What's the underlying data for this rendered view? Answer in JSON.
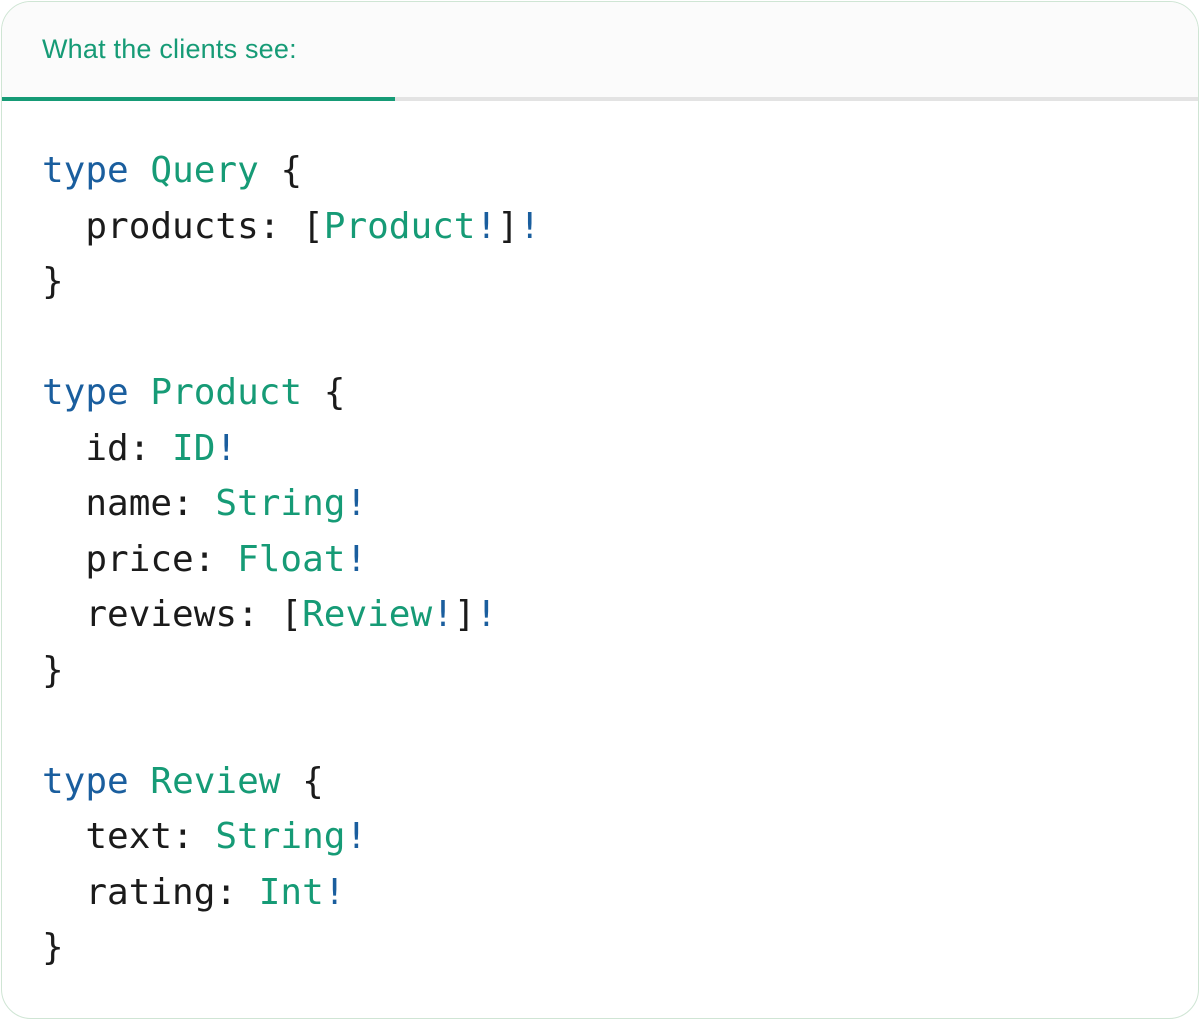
{
  "panel": {
    "tab_label": "What the clients see:"
  },
  "colors": {
    "accent_teal": "#169b76",
    "keyword_blue": "#1a5e9e",
    "code_text": "#1b1b1b",
    "divider_gray": "#e3e3e3",
    "border_green": "#cfe5d4",
    "tabbar_bg": "#fbfbfb"
  },
  "code": {
    "lines": [
      {
        "tokens": [
          {
            "t": "type",
            "c": "kw"
          },
          {
            "t": " ",
            "c": "pl"
          },
          {
            "t": "Query",
            "c": "ty"
          },
          {
            "t": " {",
            "c": "pl"
          }
        ]
      },
      {
        "tokens": [
          {
            "t": "  products: [",
            "c": "pl"
          },
          {
            "t": "Product",
            "c": "ty"
          },
          {
            "t": "!",
            "c": "bang"
          },
          {
            "t": "]",
            "c": "pl"
          },
          {
            "t": "!",
            "c": "bang"
          }
        ]
      },
      {
        "tokens": [
          {
            "t": "}",
            "c": "pl"
          }
        ]
      },
      {
        "tokens": []
      },
      {
        "tokens": [
          {
            "t": "type",
            "c": "kw"
          },
          {
            "t": " ",
            "c": "pl"
          },
          {
            "t": "Product",
            "c": "ty"
          },
          {
            "t": " {",
            "c": "pl"
          }
        ]
      },
      {
        "tokens": [
          {
            "t": "  id: ",
            "c": "pl"
          },
          {
            "t": "ID",
            "c": "ty"
          },
          {
            "t": "!",
            "c": "bang"
          }
        ]
      },
      {
        "tokens": [
          {
            "t": "  name: ",
            "c": "pl"
          },
          {
            "t": "String",
            "c": "ty"
          },
          {
            "t": "!",
            "c": "bang"
          }
        ]
      },
      {
        "tokens": [
          {
            "t": "  price: ",
            "c": "pl"
          },
          {
            "t": "Float",
            "c": "ty"
          },
          {
            "t": "!",
            "c": "bang"
          }
        ]
      },
      {
        "tokens": [
          {
            "t": "  reviews: [",
            "c": "pl"
          },
          {
            "t": "Review",
            "c": "ty"
          },
          {
            "t": "!",
            "c": "bang"
          },
          {
            "t": "]",
            "c": "pl"
          },
          {
            "t": "!",
            "c": "bang"
          }
        ]
      },
      {
        "tokens": [
          {
            "t": "}",
            "c": "pl"
          }
        ]
      },
      {
        "tokens": []
      },
      {
        "tokens": [
          {
            "t": "type",
            "c": "kw"
          },
          {
            "t": " ",
            "c": "pl"
          },
          {
            "t": "Review",
            "c": "ty"
          },
          {
            "t": " {",
            "c": "pl"
          }
        ]
      },
      {
        "tokens": [
          {
            "t": "  text: ",
            "c": "pl"
          },
          {
            "t": "String",
            "c": "ty"
          },
          {
            "t": "!",
            "c": "bang"
          }
        ]
      },
      {
        "tokens": [
          {
            "t": "  rating: ",
            "c": "pl"
          },
          {
            "t": "Int",
            "c": "ty"
          },
          {
            "t": "!",
            "c": "bang"
          }
        ]
      },
      {
        "tokens": [
          {
            "t": "}",
            "c": "pl"
          }
        ]
      }
    ]
  }
}
